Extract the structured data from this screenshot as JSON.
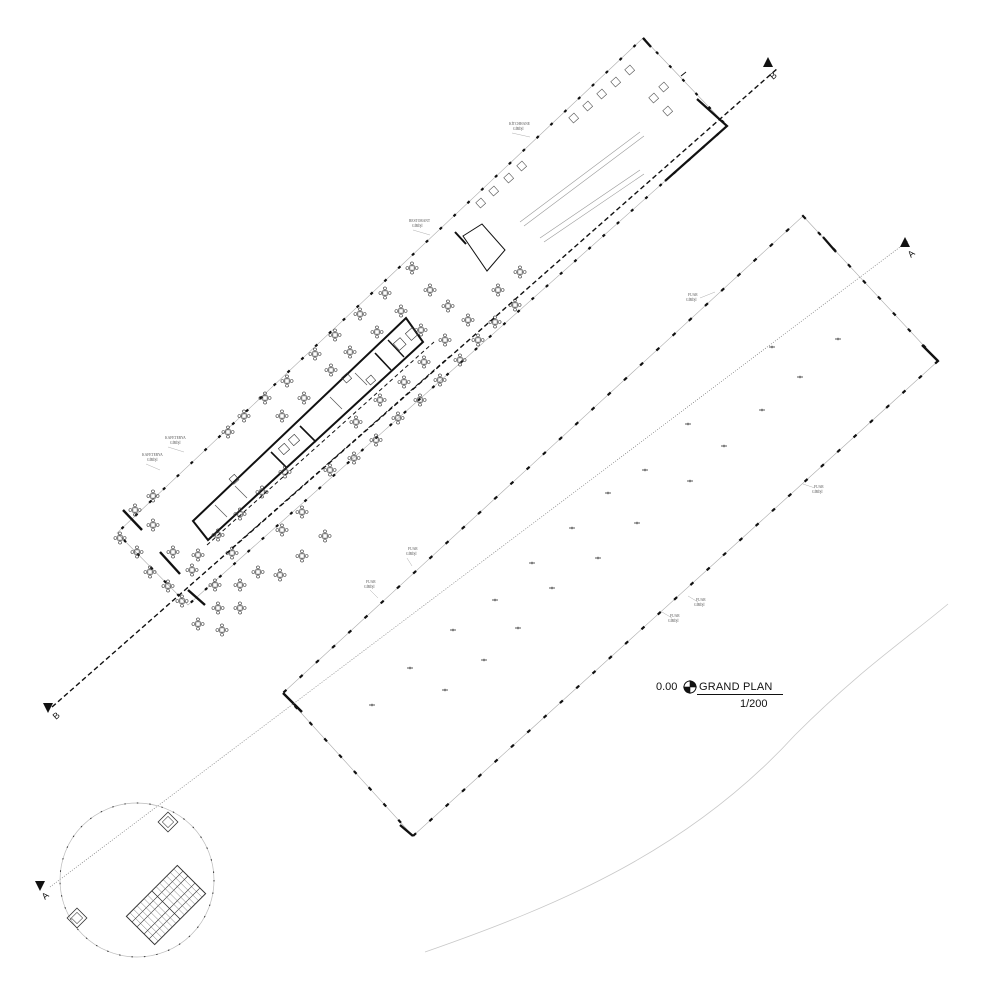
{
  "drawing": {
    "elevation": "0.00",
    "title": "GRAND PLAN",
    "scale": "1/200"
  },
  "sections": {
    "a_left": "A",
    "a_right": "A",
    "b_left": "B",
    "b_right": "B"
  },
  "entrance_labels": {
    "kitchen": [
      "KİTCHHANE",
      "GİRİŞİ"
    ],
    "restaurant": [
      "RESTORANT",
      "GİRİŞİ"
    ],
    "cafeteria_1": [
      "KAFETERYA",
      "GİRİŞİ"
    ],
    "cafeteria_2": [
      "KAFETERYA",
      "GİRİŞİ"
    ],
    "fair_1": [
      "FUAR",
      "GİRİŞİ"
    ],
    "fair_2": [
      "FUAR",
      "GİRİŞİ"
    ],
    "fair_3": [
      "FUAR",
      "GİRİŞİ"
    ],
    "fair_4": [
      "FUAR",
      "GİRİŞİ"
    ],
    "fair_5": [
      "FUAR",
      "GİRİŞİ"
    ],
    "fair_6": [
      "FUAR",
      "GİRİŞİ"
    ]
  },
  "colors": {
    "ink": "#111111",
    "thin": "#888888",
    "faint": "#bbbbbb"
  }
}
